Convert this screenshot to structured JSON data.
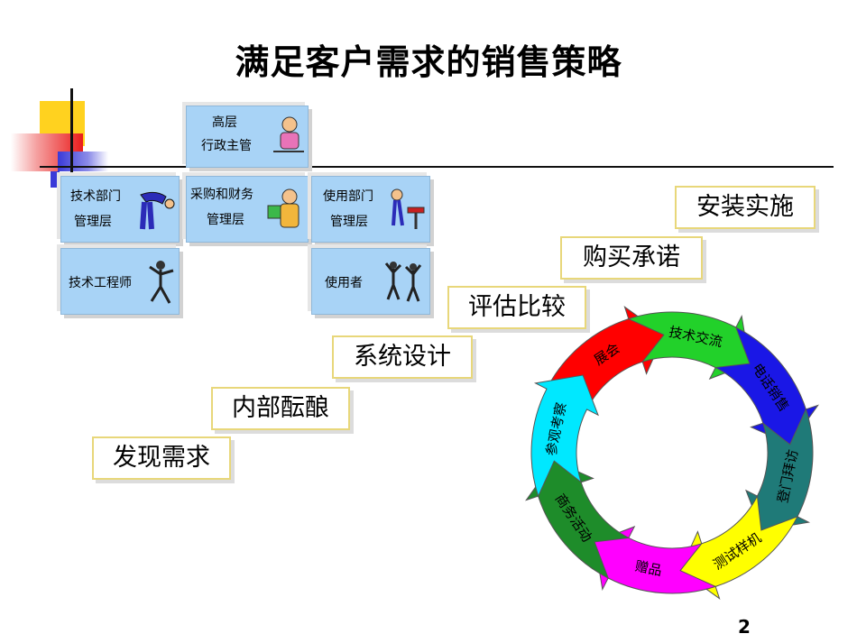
{
  "title": "满足客户需求的销售策略",
  "org_chart": {
    "top": {
      "line1": "高层",
      "line2": "行政主管"
    },
    "tech_mgmt": {
      "line1": "技术部门",
      "line2": "管理层"
    },
    "purchase_finance": {
      "line1": "采购和财务",
      "line2": "管理层"
    },
    "user_dept": {
      "line1": "使用部门",
      "line2": "管理层"
    },
    "tech_engineer": {
      "line1": "技术工程师"
    },
    "user": {
      "line1": "使用者"
    }
  },
  "steps": [
    "发现需求",
    "内部酝酿",
    "系统设计",
    "评估比较",
    "购买承诺",
    "安装实施"
  ],
  "cycle": [
    {
      "label": "展会",
      "color": "#ff0000"
    },
    {
      "label": "技术交流",
      "color": "#22d12a"
    },
    {
      "label": "电话销售",
      "color": "#1a17e6"
    },
    {
      "label": "登门拜访",
      "color": "#1f7a78"
    },
    {
      "label": "测试样机",
      "color": "#ffff00"
    },
    {
      "label": "赠品",
      "color": "#ff00ff"
    },
    {
      "label": "商务活动",
      "color": "#1e8c2a"
    },
    {
      "label": "参观考察",
      "color": "#00e8ff"
    }
  ],
  "page_number": "2"
}
